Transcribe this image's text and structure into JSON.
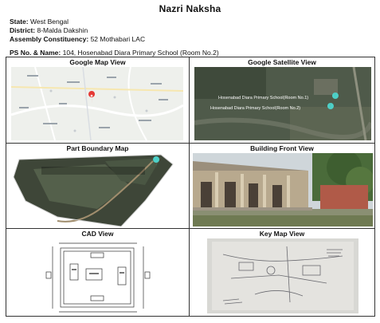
{
  "document": {
    "title": "Nazri Naksha",
    "state_label": "State:",
    "state_value": "West Bengal",
    "district_label": "District:",
    "district_value": "8-Malda Dakshin",
    "ac_label": "Assembly Constituency:",
    "ac_value": "52 Mothabari LAC",
    "ps_label": "PS No. & Name:",
    "ps_value": "104, Hosenabad Diara Primary School (Room No.2)"
  },
  "panels": {
    "google_map": {
      "title": "Google Map View"
    },
    "satellite": {
      "title": "Google Satellite View",
      "marker_1": "Hosenabad Diara Primary School(Room No.1)",
      "marker_2": "Hosenabad Diara Primary School(Room No.2)"
    },
    "boundary": {
      "title": "Part Boundary Map"
    },
    "building": {
      "title": "Building Front View"
    },
    "cad": {
      "title": "CAD View"
    },
    "keymap": {
      "title": "Key Map View"
    }
  },
  "colors": {
    "border": "#333333",
    "map_bg": "#eef0ec",
    "marker_red": "#e53935",
    "satellite_marker": "#4dd0c8"
  }
}
